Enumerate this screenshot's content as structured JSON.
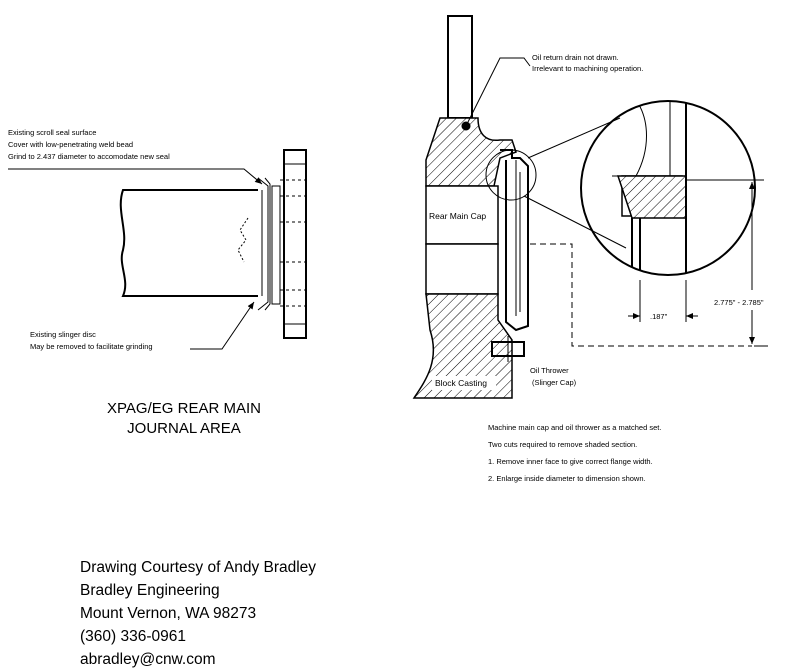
{
  "left_drawing": {
    "callout_scroll_seal": [
      "Existing scroll seal surface",
      "Cover with low-penetrating weld bead",
      "Grind to 2.437 diameter to accomodate new seal"
    ],
    "callout_slinger": [
      "Existing slinger disc",
      "May be removed to facilitate grinding"
    ],
    "title_lines": [
      "XPAG/EG REAR MAIN",
      "JOURNAL AREA"
    ]
  },
  "right_drawing": {
    "callout_oil_return": [
      "Oil return drain not drawn.",
      "Irrelevant to machining operation."
    ],
    "label_rear_main_cap": "Rear Main Cap",
    "label_block_casting": "Block Casting",
    "label_oil_thrower": [
      "Oil Thrower",
      "(Slinger Cap)"
    ],
    "dim_flange": ".187\"",
    "dim_diameter": "2.775\" - 2.785\""
  },
  "notes": [
    "Machine main cap and oil thrower as a matched set.",
    "Two cuts required to remove shaded section.",
    "1. Remove inner face to give correct flange width.",
    "2. Enlarge inside diameter to dimension shown."
  ],
  "credits": [
    "Drawing Courtesy of Andy Bradley",
    "Bradley Engineering",
    "Mount Vernon, WA 98273",
    "(360) 336-0961",
    "abradley@cnw.com"
  ]
}
